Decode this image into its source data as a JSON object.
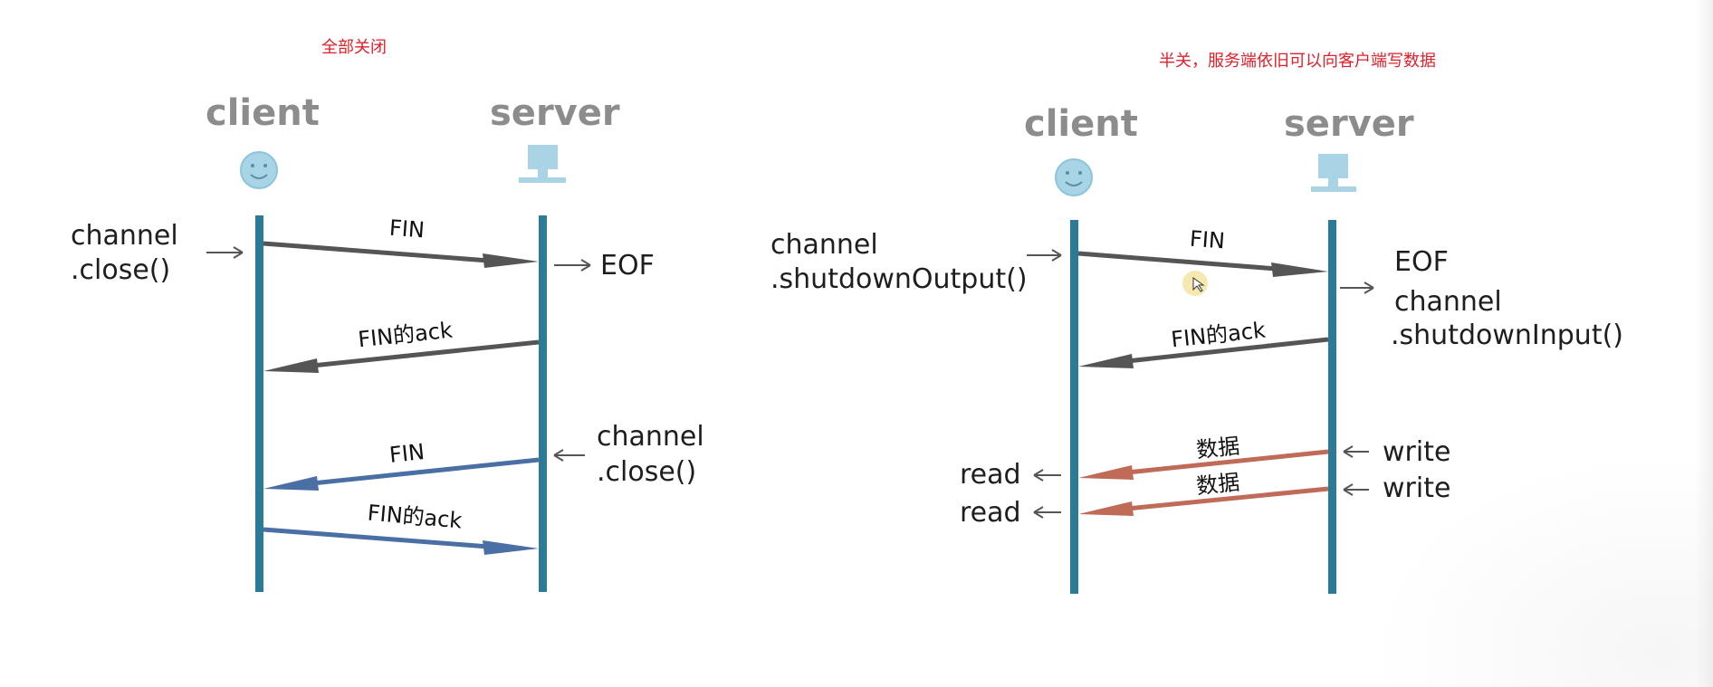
{
  "left_diagram": {
    "caption": "全部关闭",
    "client_label": "client",
    "server_label": "server",
    "client_action": {
      "line1": "channel",
      "line2": ".close()"
    },
    "server_event": "EOF",
    "server_action": {
      "line1": "channel",
      "line2": ".close()"
    },
    "messages": {
      "fin_1": "FIN",
      "ack_1": "FIN的ack",
      "fin_2": "FIN",
      "ack_2": "FIN的ack"
    }
  },
  "right_diagram": {
    "caption": "半关，服务端依旧可以向客户端写数据",
    "client_label": "client",
    "server_label": "server",
    "client_action": {
      "line1": "channel",
      "line2": ".shutdownOutput()"
    },
    "server_event": "EOF",
    "server_action": {
      "line1": "channel",
      "line2": ".shutdownInput()"
    },
    "messages": {
      "fin": "FIN",
      "ack": "FIN的ack",
      "data_1": "数据",
      "data_2": "数据"
    },
    "server_writes": [
      "write",
      "write"
    ],
    "client_reads": [
      "read",
      "read"
    ]
  },
  "colors": {
    "lifeline": "#2b7a96",
    "gray_arrow": "#555555",
    "blue_arrow": "#4a6fa5",
    "red_arrow": "#c06a58",
    "caption": "#e0202a",
    "actor": "#8c8c8c",
    "icon": "#a8d4e6"
  },
  "icons": [
    "smiley-icon",
    "monitor-icon"
  ]
}
